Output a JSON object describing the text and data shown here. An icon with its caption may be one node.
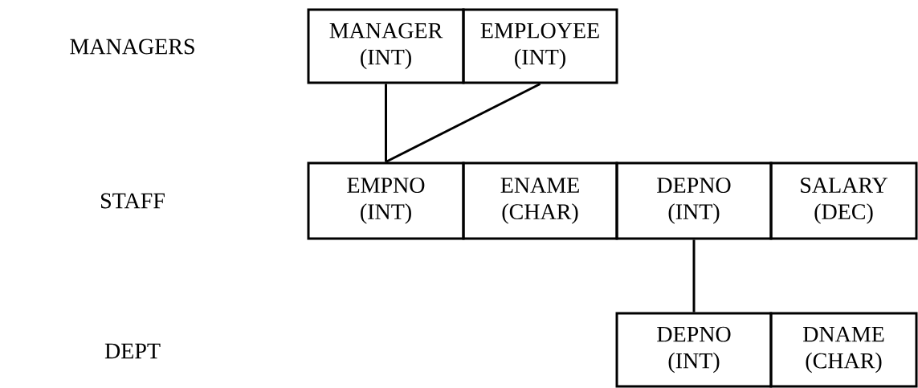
{
  "diagram": {
    "nodes": [
      {
        "text": [
          "MANAGER (INT)"
        ]
      },
      {
        "text": [
          "EMPLOYEE (INT)"
        ]
      },
      {
        "text": [
          "EMPNO (INT)"
        ]
      },
      {
        "text": [
          "ENAME (CHAR)"
        ]
      },
      {
        "text": [
          "DEPNO (INT)"
        ]
      },
      {
        "text": [
          "SALARY (DEC)"
        ]
      },
      {
        "text": [
          "DEPNO (INT)"
        ]
      },
      {
        "text": [
          "DNAME (CHAR)"
        ]
      }
    ],
    "edges": [
      {
        "from": 0,
        "to": 2,
        "arrow": "none"
      },
      {
        "from": 1,
        "to": 2,
        "arrow": "none"
      },
      {
        "from": 4,
        "to": 6,
        "arrow": "none"
      }
    ],
    "labels": [
      "MANAGERS",
      "STAFF",
      "DEPT"
    ]
  }
}
